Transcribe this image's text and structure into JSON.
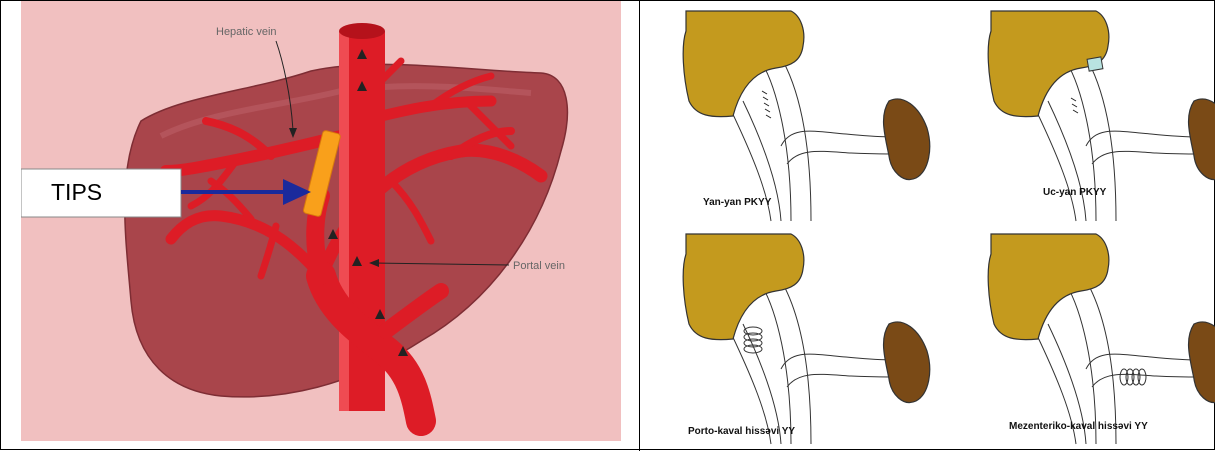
{
  "left_diagram": {
    "label_hepatic_vein": "Hepatic vein",
    "label_portal_vein": "Portal vein",
    "label_tips": "TIPS",
    "colors": {
      "background": "#f1c0c0",
      "liver": "#a9454b",
      "vessel": "#dd1c26",
      "stent": "#f9a01b",
      "arrow": "#1a2a9c"
    }
  },
  "right_diagram": {
    "captions": {
      "top_left": "Yan-yan PKYY",
      "top_right": "Uc-yan PKYY",
      "bottom_left": "Porto-kaval hissəvi YY",
      "bottom_right": "Mezenteriko-kaval hissəvi YY"
    },
    "colors": {
      "liver": "#c49a1e",
      "spleen": "#7a4a16",
      "stump": "#b9e3e1"
    }
  }
}
